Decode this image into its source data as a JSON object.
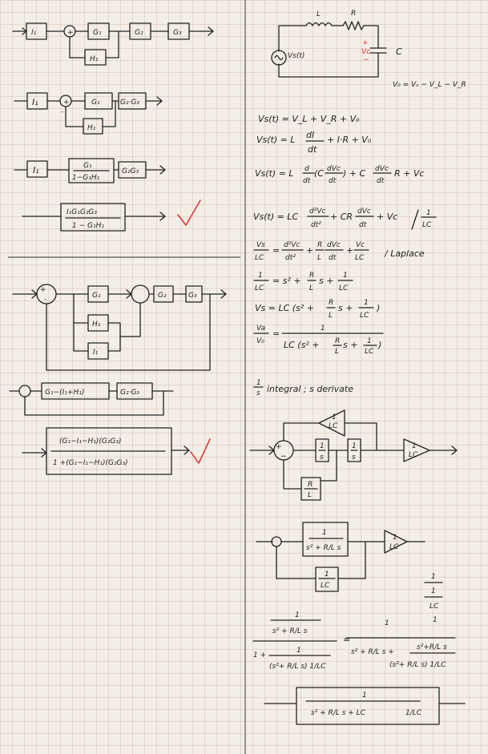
{
  "title": "",
  "left": {
    "d1": {
      "i1": "I₁",
      "plus": "+",
      "g1": "G₁",
      "g2": "G₂",
      "g3": "G₃",
      "h1": "H₁"
    },
    "d2": {
      "i1": "I₁",
      "plus": "+",
      "minus": "-",
      "g1": "G₁",
      "g2g3": "G₂·G₃",
      "h1": "H₁"
    },
    "d3": {
      "i1": "I₁",
      "frac_num": "G₁",
      "frac_den": "1−G₁H₁",
      "g2g3": "G₂G₃"
    },
    "d4": {
      "num": "I₁G₁G₂G₃",
      "den": "1 − G₁H₁"
    },
    "d5": {
      "g1": "G₁",
      "h1": "H₁",
      "i1": "I₁",
      "g2": "G₂",
      "g3": "G₃",
      "plus": "+",
      "minus": "-"
    },
    "d6": {
      "left": "G₁−(I₁+H₁)",
      "right": "G₂·G₃"
    },
    "d7": {
      "num": "(G₁−I₁−H₁)(G₂G₃)",
      "den": "1 +(G₁−I₁−H₁)(G₂G₃)"
    }
  },
  "right": {
    "circuit": {
      "L": "L",
      "R": "R",
      "C": "C",
      "source": "Vs(t)",
      "vc_plus": "+",
      "vc": "Vc",
      "vc_minus": "−",
      "relation": "V₀ = Vₛ − V_L − V_R"
    },
    "eq1": "Vs(t) = V_L + V_R + V₀",
    "eq2a": "Vs(t) = L",
    "eq2b": "dI",
    "eq2c": "dt",
    "eq2d": "+ I·R + V₀",
    "eq3a": "Vs(t) = L",
    "eq3b": "d",
    "eq3c": "dt",
    "eq3d": "(C",
    "eq3e": "dVc",
    "eq3f": "dt",
    "eq3g": ") + C",
    "eq3h": "dVc",
    "eq3i": "dt",
    "eq3j": "R + Vc",
    "eq4a": "Vs(t) = LC",
    "eq4b": "d²Vc",
    "eq4c": "dt²",
    "eq4d": "+ CR",
    "eq4e": "dVc",
    "eq4f": "dt",
    "eq4g": "+ Vc",
    "eq4h": "1",
    "eq4i": "LC",
    "eq5a": "Vs",
    "eq5b": "LC",
    "eq5c": "=",
    "eq5d": "d²Vc",
    "eq5e": "dt²",
    "eq5f": "+",
    "eq5g": "R",
    "eq5h": "L",
    "eq5i": "dVc",
    "eq5j": "dt",
    "eq5k": "+",
    "eq5l": "Vc",
    "eq5m": "LC",
    "eq5n": "/ Laplace",
    "eq6a": "1",
    "eq6b": "LC",
    "eq6c": "= s² +",
    "eq6d": "R",
    "eq6e": "L",
    "eq6f": "s +",
    "eq6g": "1",
    "eq6h": "LC",
    "eq7a": "Vs = LC (s² +",
    "eq7b": "R",
    "eq7c": "L",
    "eq7d": "s +",
    "eq7e": "1",
    "eq7f": "LC",
    "eq7g": ")",
    "eq8a": "Va",
    "eq8b": "V₀",
    "eq8c": "=",
    "eq8d": "1",
    "eq8e": "LC (s² +",
    "eq8f": "R",
    "eq8g": "L",
    "eq8h": "s +",
    "eq8i": "1",
    "eq8j": "LC",
    "eq8k": ")",
    "note_a": "1",
    "note_b": "s",
    "note_c": "integral ; s derivate",
    "bd1": {
      "gain_num": "1",
      "gain_den": "LC",
      "int1_num": "1",
      "int1_den": "s",
      "int2_num": "1",
      "int2_den": "s",
      "out_num": "1",
      "out_den": "LC",
      "fb_num": "R",
      "fb_den": "L",
      "plus": "+",
      "minus": "−"
    },
    "bd2": {
      "fwd_num": "1",
      "fwd_den": "s² + R/L s",
      "fb_num": "1",
      "fb_den": "LC",
      "out_num": "1",
      "out_den": "LC"
    },
    "margin": [
      "1",
      "1",
      "LC",
      "1"
    ],
    "final": {
      "frac_num": "1",
      "frac_den": "s² + R/L s",
      "den_prefix": "1 +",
      "den_num": "1",
      "den_den": "(s²+ R/L s) 1/LC",
      "eq": "=",
      "rhs_num": "1",
      "rhs_den_a": "s² + R/L s +",
      "rhs_den_b": "s²+R/L s",
      "rhs_den_c": "(s²+ R/L s) 1/LC",
      "last_num": "1",
      "last_den": "s² + R/L s + LC",
      "last_gain": "1/LC"
    }
  }
}
